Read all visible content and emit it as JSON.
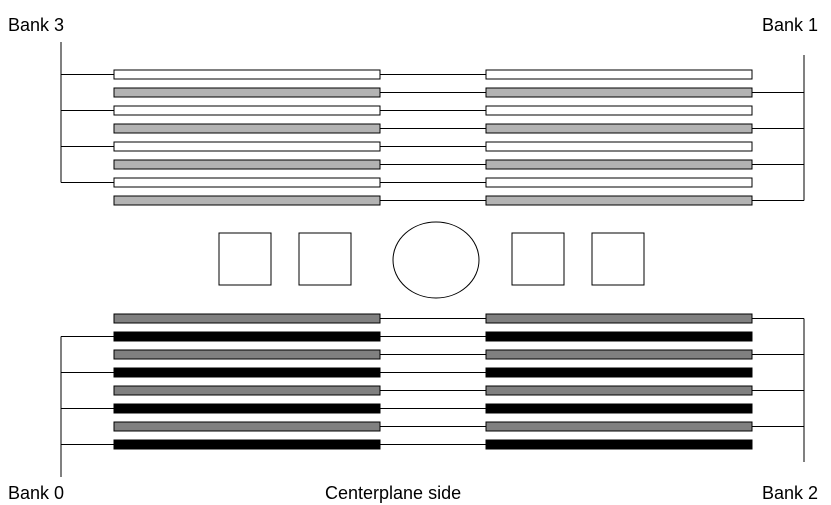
{
  "labels": {
    "bank3": "Bank 3",
    "bank1": "Bank 1",
    "bank0": "Bank 0",
    "bank2": "Bank 2",
    "centerplane": "Centerplane side"
  },
  "colors": {
    "white_slot": "#ffffff",
    "light_gray_slot": "#b3b3b3",
    "dark_gray_slot": "#808080",
    "black_slot": "#000000",
    "line": "#000000"
  },
  "top_slots": [
    "white",
    "light_gray",
    "white",
    "light_gray",
    "white",
    "light_gray",
    "white",
    "light_gray"
  ],
  "bottom_slots": [
    "dark_gray",
    "black",
    "dark_gray",
    "black",
    "dark_gray",
    "black",
    "dark_gray",
    "black"
  ]
}
